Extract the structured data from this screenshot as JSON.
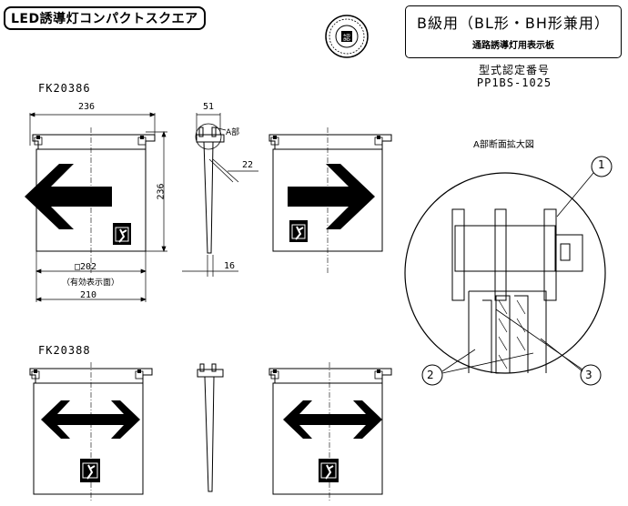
{
  "header": {
    "badge": "LED誘導灯コンパクトスクエア",
    "class_line1": "B級用（BL形・BH形兼用）",
    "class_line2": "通路誘導灯用表示板",
    "approval_label": "型式認定番号",
    "approval_number": "PP1BS-1025"
  },
  "models": {
    "top": "FK20386",
    "bottom": "FK20388"
  },
  "dimensions": {
    "width_236": "236",
    "height_236": "236",
    "display_202": "□202",
    "display_note": "（有効表示面）",
    "width_210": "210",
    "depth_51": "51",
    "dim_22": "22",
    "dim_16": "16"
  },
  "detail": {
    "part_label": "A部",
    "title": "A部断面拡大図"
  },
  "callouts": {
    "c1": "1",
    "c2": "2",
    "c3": "3"
  },
  "icons": {
    "exit_symbol": "running-man-icon",
    "arrow": "arrow-icon"
  }
}
